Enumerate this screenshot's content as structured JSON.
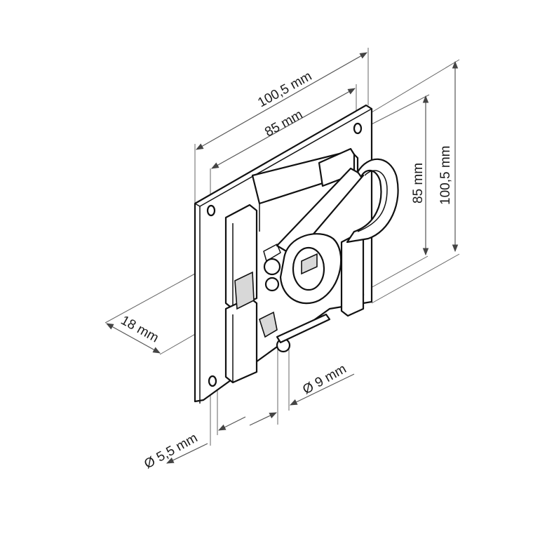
{
  "dimensions": {
    "top_overall": "100,5 mm",
    "top_inner": "85 mm",
    "right_inner": "85 mm",
    "right_overall": "100,5 mm",
    "depth": "18 mm",
    "hole_small": "Ø 5,5 mm",
    "hole_large": "Ø 9 mm"
  }
}
